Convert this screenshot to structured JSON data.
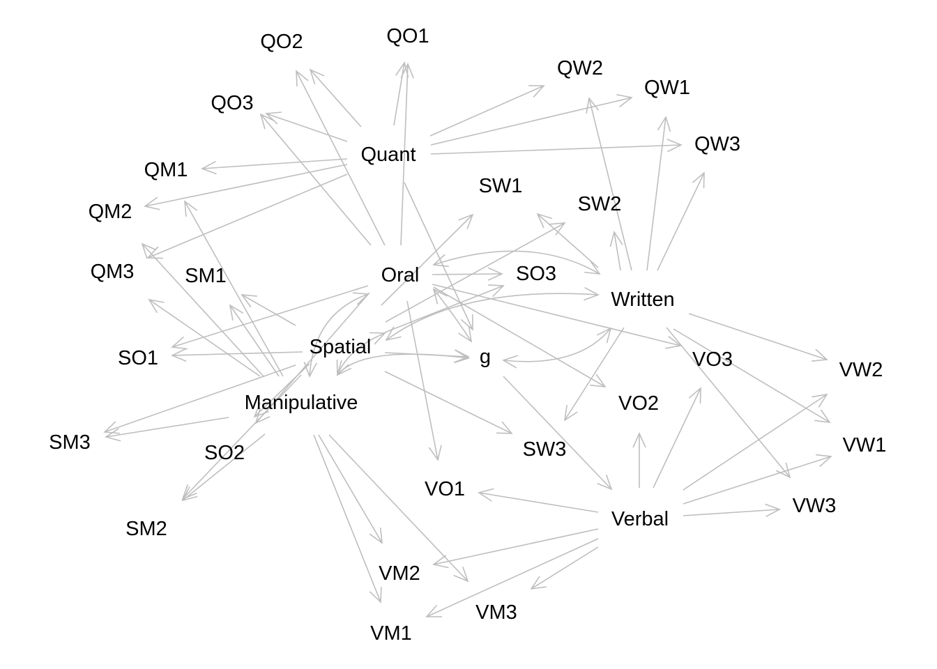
{
  "diagram": {
    "type": "directed-graph",
    "edge_color": "#bebebe",
    "label_color": "#000000",
    "nodes": [
      {
        "id": "QO2",
        "label": "QO2"
      },
      {
        "id": "QO1",
        "label": "QO1"
      },
      {
        "id": "QO3",
        "label": "QO3"
      },
      {
        "id": "QW2",
        "label": "QW2"
      },
      {
        "id": "QW1",
        "label": "QW1"
      },
      {
        "id": "QW3",
        "label": "QW3"
      },
      {
        "id": "Quant",
        "label": "Quant"
      },
      {
        "id": "QM1",
        "label": "QM1"
      },
      {
        "id": "QM2",
        "label": "QM2"
      },
      {
        "id": "QM3",
        "label": "QM3"
      },
      {
        "id": "SW1",
        "label": "SW1"
      },
      {
        "id": "SW2",
        "label": "SW2"
      },
      {
        "id": "SM1",
        "label": "SM1"
      },
      {
        "id": "Oral",
        "label": "Oral"
      },
      {
        "id": "SO3",
        "label": "SO3"
      },
      {
        "id": "Written",
        "label": "Written"
      },
      {
        "id": "SO1",
        "label": "SO1"
      },
      {
        "id": "Spatial",
        "label": "Spatial"
      },
      {
        "id": "g",
        "label": "g"
      },
      {
        "id": "VO3",
        "label": "VO3"
      },
      {
        "id": "VW2",
        "label": "VW2"
      },
      {
        "id": "Manipulative",
        "label": "Manipulative"
      },
      {
        "id": "VO2",
        "label": "VO2"
      },
      {
        "id": "SM3",
        "label": "SM3"
      },
      {
        "id": "SO2",
        "label": "SO2"
      },
      {
        "id": "SW3",
        "label": "SW3"
      },
      {
        "id": "VW1",
        "label": "VW1"
      },
      {
        "id": "VO1",
        "label": "VO1"
      },
      {
        "id": "VW3",
        "label": "VW3"
      },
      {
        "id": "SM2",
        "label": "SM2"
      },
      {
        "id": "Verbal",
        "label": "Verbal"
      },
      {
        "id": "VM2",
        "label": "VM2"
      },
      {
        "id": "VM3",
        "label": "VM3"
      },
      {
        "id": "VM1",
        "label": "VM1"
      }
    ],
    "edges": [
      {
        "from": "Quant",
        "to": "QO1"
      },
      {
        "from": "Quant",
        "to": "QO2"
      },
      {
        "from": "Quant",
        "to": "QO3"
      },
      {
        "from": "Quant",
        "to": "QW1"
      },
      {
        "from": "Quant",
        "to": "QW2"
      },
      {
        "from": "Quant",
        "to": "QW3"
      },
      {
        "from": "Quant",
        "to": "QM1"
      },
      {
        "from": "Quant",
        "to": "QM2"
      },
      {
        "from": "Quant",
        "to": "QM3"
      },
      {
        "from": "Oral",
        "to": "QO1"
      },
      {
        "from": "Oral",
        "to": "QO2"
      },
      {
        "from": "Oral",
        "to": "QO3"
      },
      {
        "from": "Oral",
        "to": "SO1"
      },
      {
        "from": "Oral",
        "to": "SO2"
      },
      {
        "from": "Oral",
        "to": "SO3"
      },
      {
        "from": "Oral",
        "to": "VO1"
      },
      {
        "from": "Oral",
        "to": "VO2"
      },
      {
        "from": "Oral",
        "to": "VO3"
      },
      {
        "from": "Written",
        "to": "QW1"
      },
      {
        "from": "Written",
        "to": "QW2"
      },
      {
        "from": "Written",
        "to": "QW3"
      },
      {
        "from": "Written",
        "to": "SW1"
      },
      {
        "from": "Written",
        "to": "SW2"
      },
      {
        "from": "Written",
        "to": "SW3"
      },
      {
        "from": "Written",
        "to": "VW1"
      },
      {
        "from": "Written",
        "to": "VW2"
      },
      {
        "from": "Written",
        "to": "VW3"
      },
      {
        "from": "Spatial",
        "to": "SO1"
      },
      {
        "from": "Spatial",
        "to": "SO2"
      },
      {
        "from": "Spatial",
        "to": "SO3"
      },
      {
        "from": "Spatial",
        "to": "SW1"
      },
      {
        "from": "Spatial",
        "to": "SW2"
      },
      {
        "from": "Spatial",
        "to": "SW3"
      },
      {
        "from": "Spatial",
        "to": "SM1"
      },
      {
        "from": "Spatial",
        "to": "SM2"
      },
      {
        "from": "Spatial",
        "to": "SM3"
      },
      {
        "from": "Manipulative",
        "to": "QM1"
      },
      {
        "from": "Manipulative",
        "to": "QM2"
      },
      {
        "from": "Manipulative",
        "to": "QM3"
      },
      {
        "from": "Manipulative",
        "to": "SM1"
      },
      {
        "from": "Manipulative",
        "to": "SM2"
      },
      {
        "from": "Manipulative",
        "to": "SM3"
      },
      {
        "from": "Manipulative",
        "to": "VM1"
      },
      {
        "from": "Manipulative",
        "to": "VM2"
      },
      {
        "from": "Manipulative",
        "to": "VM3"
      },
      {
        "from": "Verbal",
        "to": "VO1"
      },
      {
        "from": "Verbal",
        "to": "VO2"
      },
      {
        "from": "Verbal",
        "to": "VO3"
      },
      {
        "from": "Verbal",
        "to": "VW1"
      },
      {
        "from": "Verbal",
        "to": "VW2"
      },
      {
        "from": "Verbal",
        "to": "VW3"
      },
      {
        "from": "Verbal",
        "to": "VM1"
      },
      {
        "from": "Verbal",
        "to": "VM2"
      },
      {
        "from": "Verbal",
        "to": "VM3"
      },
      {
        "from": "g",
        "to": "Verbal"
      },
      {
        "from": "Quant",
        "to": "g"
      },
      {
        "from": "Spatial",
        "to": "g"
      },
      {
        "from": "Oral",
        "to": "Written",
        "curved": true,
        "bidirectional": true
      },
      {
        "from": "Spatial",
        "to": "Oral",
        "curved": true,
        "bidirectional": true
      },
      {
        "from": "Spatial",
        "to": "Manipulative",
        "curved": true,
        "bidirectional": true
      },
      {
        "from": "Written",
        "to": "g",
        "curved": true,
        "bidirectional": true
      },
      {
        "from": "Oral",
        "to": "g",
        "bidirectional": true
      },
      {
        "from": "Spatial",
        "to": "Written",
        "curved": true,
        "bidirectional": true
      },
      {
        "from": "Manipulative",
        "to": "g",
        "curved": true,
        "bidirectional": true
      }
    ]
  }
}
